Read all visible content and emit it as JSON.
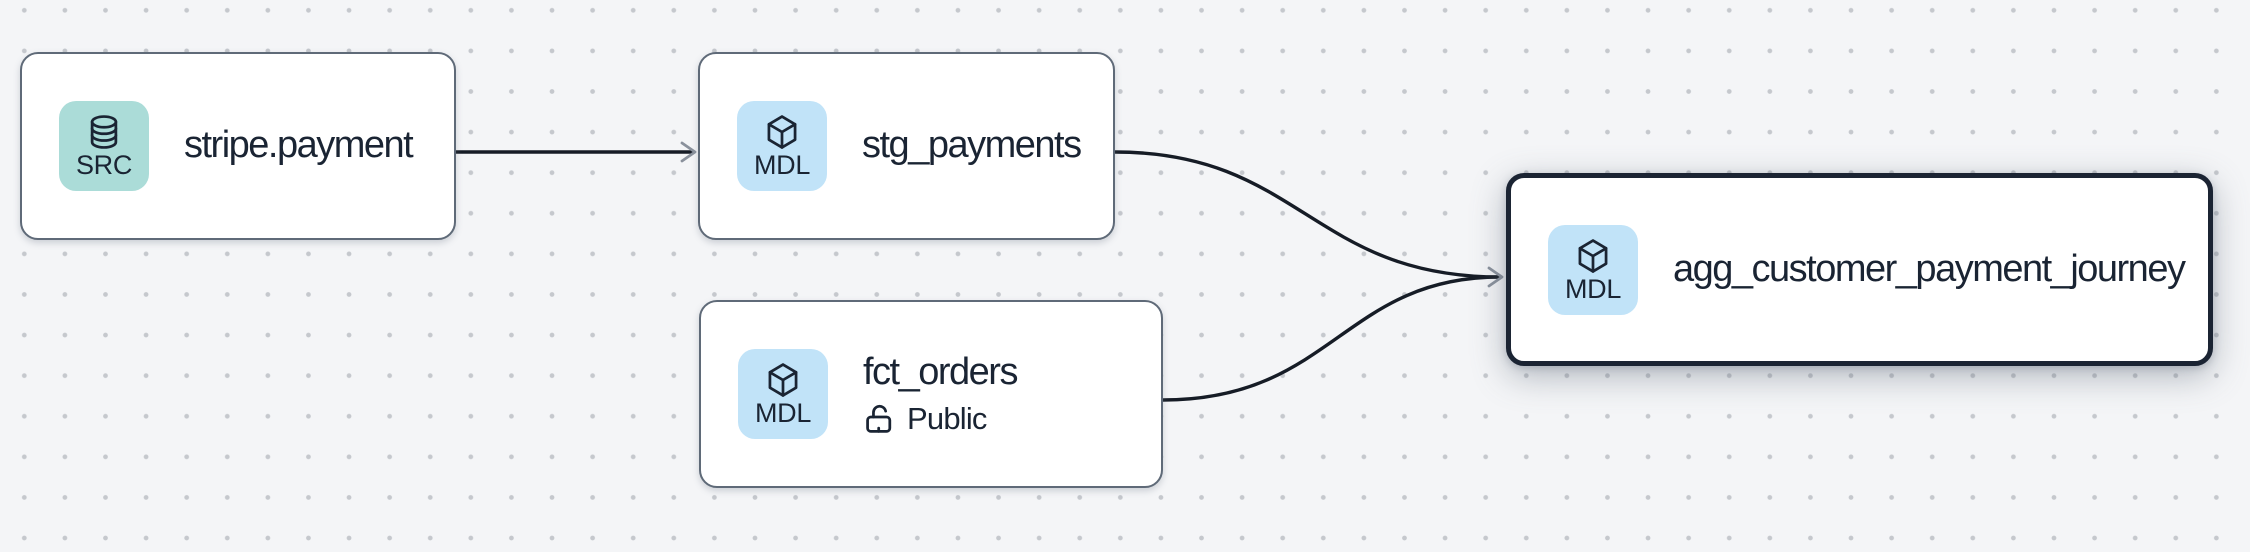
{
  "canvas": {
    "background_color": "#f4f5f7",
    "dot_color": "#c5c8cd"
  },
  "edge_style": {
    "line_color": "#161c26",
    "arrow_color": "#8a919c"
  },
  "badge_colors": {
    "src": "#abdcd8",
    "mdl": "#c1e3f8"
  },
  "text_color": "#1a2433",
  "nodes": {
    "stripe_payment": {
      "title": "stripe.payment",
      "badge": "SRC",
      "icon": "database-icon",
      "selected": false
    },
    "stg_payments": {
      "title": "stg_payments",
      "badge": "MDL",
      "icon": "cube-icon",
      "selected": false
    },
    "fct_orders": {
      "title": "fct_orders",
      "badge": "MDL",
      "icon": "cube-icon",
      "access_label": "Public",
      "access_icon": "lock-open-icon",
      "selected": false
    },
    "agg_customer_payment_journey": {
      "title": "agg_customer_payment_journey",
      "badge": "MDL",
      "icon": "cube-icon",
      "selected": true
    }
  },
  "edges": [
    {
      "from": "stripe_payment",
      "to": "stg_payments"
    },
    {
      "from": "stg_payments",
      "to": "agg_customer_payment_journey"
    },
    {
      "from": "fct_orders",
      "to": "agg_customer_payment_journey"
    }
  ]
}
